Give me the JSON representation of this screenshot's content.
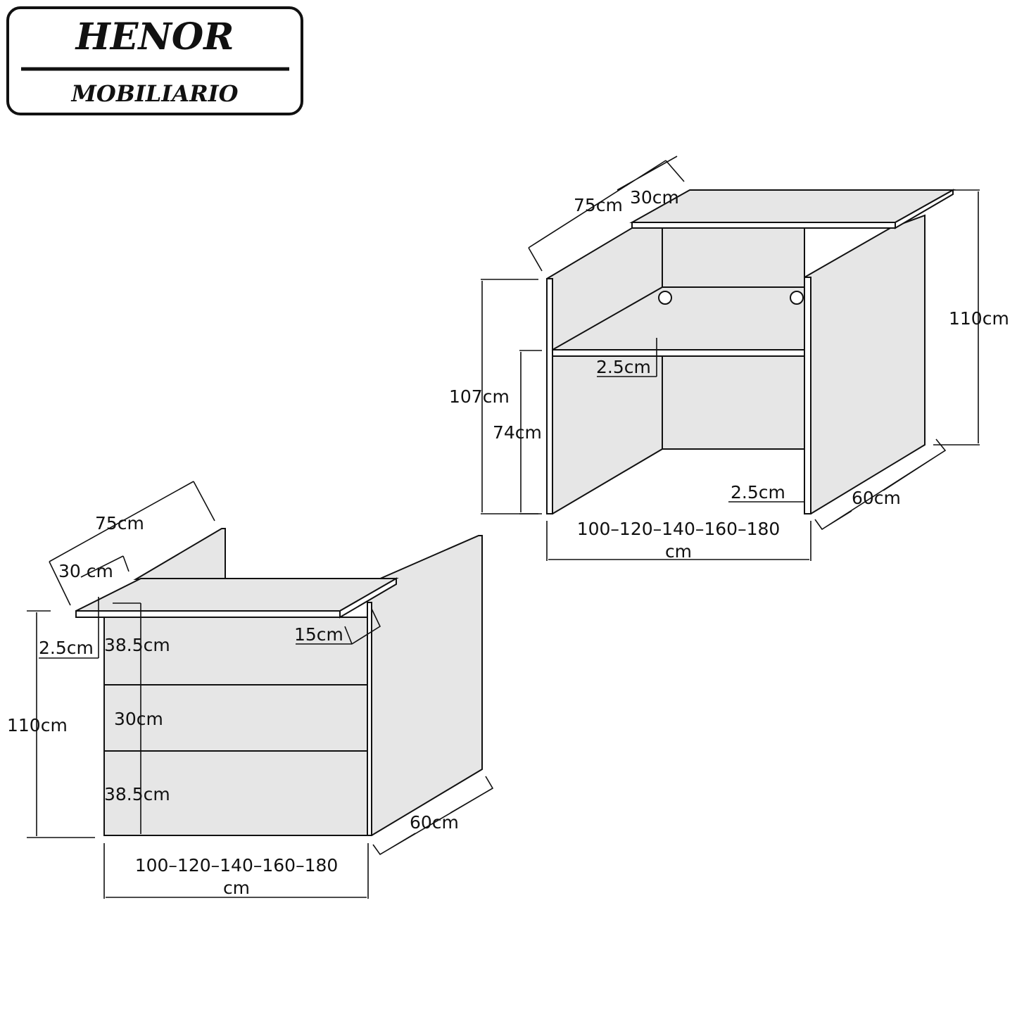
{
  "logo": {
    "brand": "HENOR",
    "subtitle": "MOBILIARIO"
  },
  "desk_open": {
    "depth_total": "75cm",
    "top_depth": "30cm",
    "height_total": "110cm",
    "side_height": "107cm",
    "work_height": "74cm",
    "shelf_thickness": "2.5cm",
    "panel_thickness": "2.5cm",
    "depth": "60cm",
    "width_options": "100–120–140–160–180",
    "width_unit": "cm"
  },
  "desk_closed": {
    "depth_total": "75cm",
    "top_depth": "30  cm",
    "top_thickness": "2.5cm",
    "height_total": "110cm",
    "section_top": "38.5cm",
    "section_middle": "30cm",
    "section_bottom": "38.5cm",
    "recess": "15cm",
    "depth": "60cm",
    "width_options": "100–120–140–160–180",
    "width_unit": "cm"
  }
}
